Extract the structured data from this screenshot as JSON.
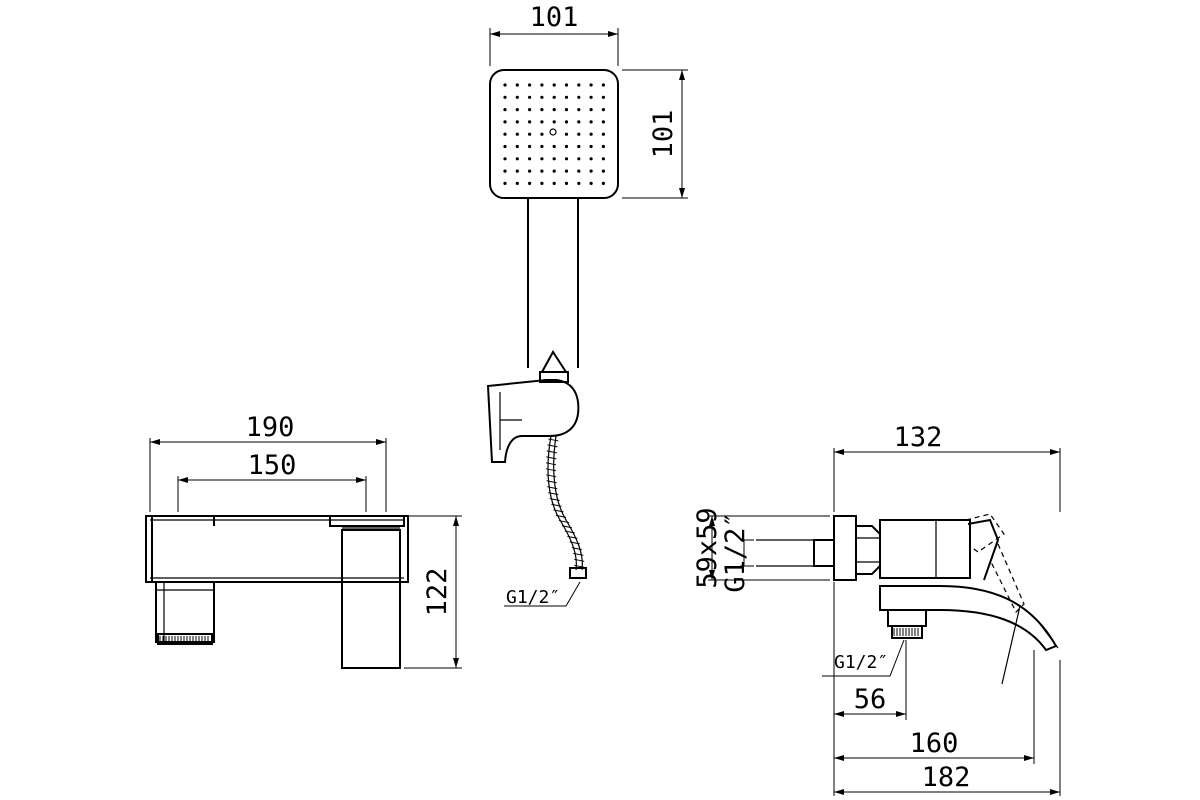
{
  "dimensions": {
    "head_width": "101",
    "head_height": "101",
    "mixer_width_outer": "190",
    "mixer_width_inner": "150",
    "mixer_height": "122",
    "hose_thread": "G1/2″",
    "side_depth": "132",
    "flange_size": "59x59",
    "flange_thread": "G1/2″",
    "spout_thread": "G1/2″",
    "spout_outlet": "56",
    "spout_reach": "160",
    "total_depth": "182"
  }
}
